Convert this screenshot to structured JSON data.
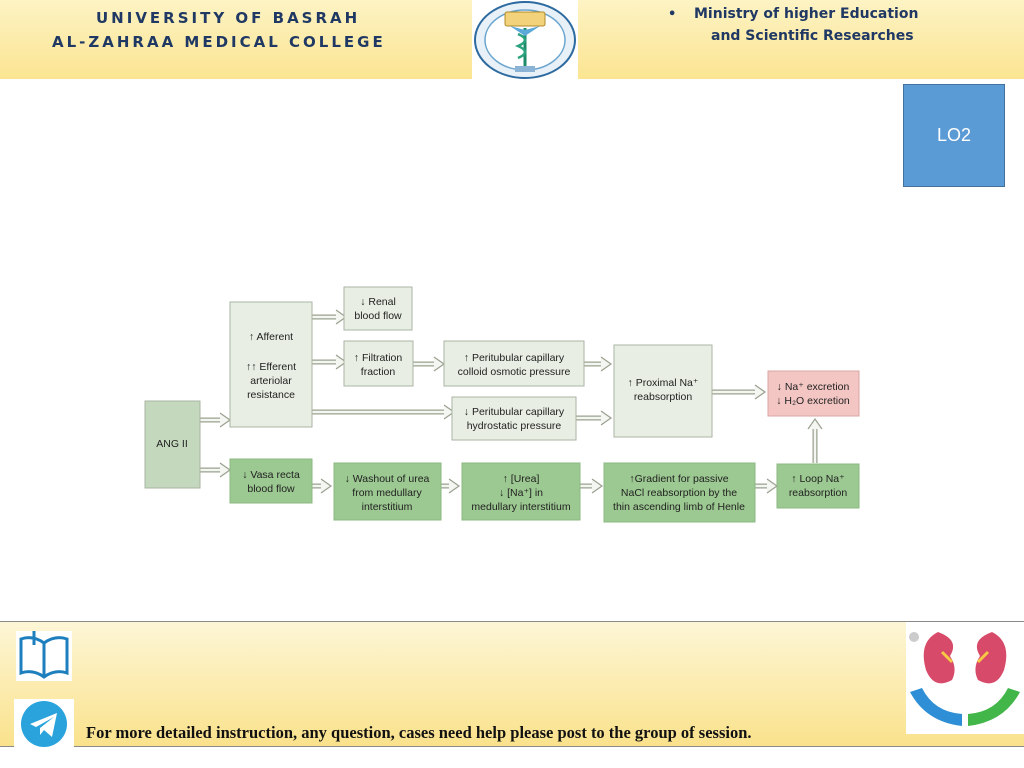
{
  "header": {
    "university_line1": "UNIVERSITY OF BASRAH",
    "university_line2": "AL-ZAHRAA MEDICAL COLLEGE",
    "ministry_bullet": "•",
    "ministry_line1": "Ministry of higher Education",
    "ministry_line2": "and Scientific Researches",
    "college_logo": {
      "icon": "college-seal-icon"
    }
  },
  "badge": {
    "label": "LO2",
    "color": "#5b9bd5"
  },
  "diagram": {
    "nodes": {
      "ang": [
        "ANG II"
      ],
      "renal": [
        "↓ Renal",
        "blood flow"
      ],
      "resist": [
        "↑ Afferent",
        "",
        "↑↑ Efferent",
        "arteriolar",
        "resistance"
      ],
      "filtration": [
        "↑ Filtration",
        "fraction"
      ],
      "pcop": [
        "↑ Peritubular capillary",
        "colloid osmotic pressure"
      ],
      "phyd": [
        "↓ Peritubular capillary",
        "hydrostatic pressure"
      ],
      "proximal": [
        "↑ Proximal Na⁺",
        "reabsorption"
      ],
      "excretion": [
        "↓ Na⁺ excretion",
        "↓ H₂O excretion"
      ],
      "vasa": [
        "↓ Vasa recta",
        "blood flow"
      ],
      "washout": [
        "↓ Washout of urea",
        "from medullary",
        "interstitium"
      ],
      "urea": [
        "↑ [Urea]",
        "↓ [Na⁺] in",
        "medullary interstitium"
      ],
      "gradient": [
        "↑Gradient for passive",
        "NaCl reabsorption by the",
        "thin ascending limb of Henle"
      ],
      "loop": [
        "↑ Loop Na⁺",
        "reabsorption"
      ]
    }
  },
  "footer": {
    "text": "For more detailed instruction, any question, cases need help please post to the group of session.",
    "book_icon": "book-icon",
    "telegram_icon": "telegram-icon",
    "kidney_logo": "kidney-hands-icon"
  }
}
